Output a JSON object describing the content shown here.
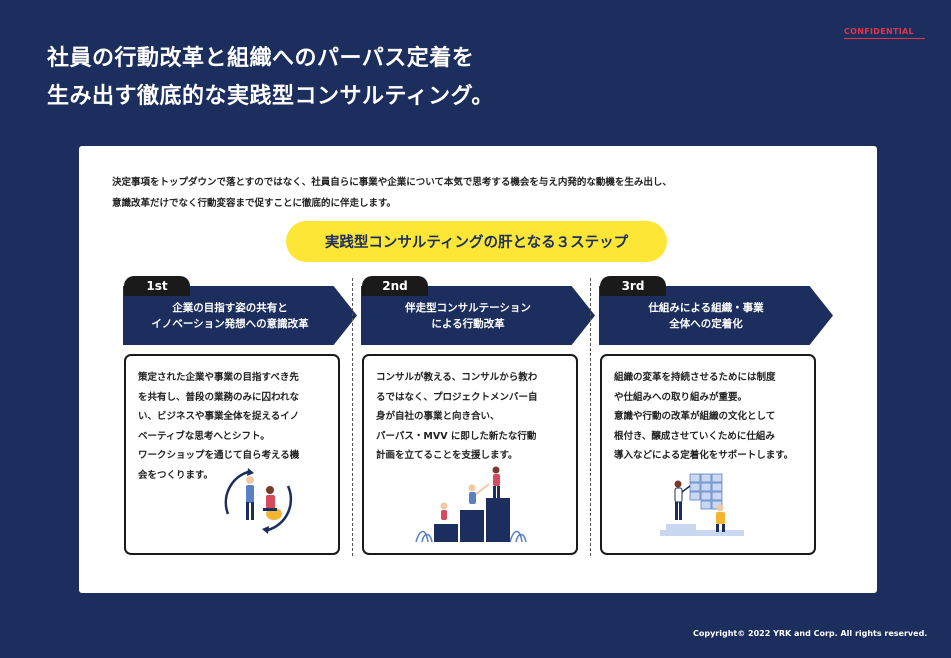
{
  "header": {
    "confidential": "CONFIDENTIAL",
    "headline_line1": "社員の行動改革と組織へのパーパス定着を",
    "headline_line2": "生み出す徹底的な実践型コンサルティング。"
  },
  "intro": {
    "line1": "決定事項をトップダウンで落とすのではなく、社員自らに事業や企業について本気で思考する機会を与え内発的な動機を生み出し、",
    "line2": "意識改革だけでなく行動変容まで促すことに徹底的に伴走します。"
  },
  "pill_label": "実践型コンサルティングの肝となる３ステップ",
  "steps": [
    {
      "num": "1st",
      "title_line1": "企業の目指す姿の共有と",
      "title_line2": "イノベーション発想への意識改革",
      "body": [
        "策定された企業や事業の目指すべき先",
        "を共有し、普段の業務のみに囚われな",
        "い、ビジネスや事業全体を捉えるイノ",
        "ベーティブな思考へとシフト。",
        "ワークショップを通じて自ら考える機",
        "会をつくります。"
      ]
    },
    {
      "num": "2nd",
      "title_line1": "伴走型コンサルテーション",
      "title_line2": "による行動改革",
      "body": [
        "コンサルが教える、コンサルから教わ",
        "るではなく、プロジェクトメンバー自",
        "身が自社の事業と向き合い、",
        "パーパス・MVV に即した新たな行動",
        "計画を立てることを支援します。"
      ]
    },
    {
      "num": "3rd",
      "title_line1": "仕組みによる組織・事業",
      "title_line2": "全体への定着化",
      "body": [
        "組織の変革を持続させるためには制度",
        "や仕組みへの取り組みが重要。",
        "意識や行動の改革が組織の文化として",
        "根付き、醸成させていくために仕組み",
        "導入などによる定着化をサポートします。"
      ]
    }
  ],
  "footer": {
    "copyright": "Copyright© 2022 YRK and Corp. All rights reserved."
  },
  "colors": {
    "navy": "#1c2e5e",
    "yellow": "#fde635",
    "red": "#e0364a",
    "black": "#1a1a1a"
  }
}
